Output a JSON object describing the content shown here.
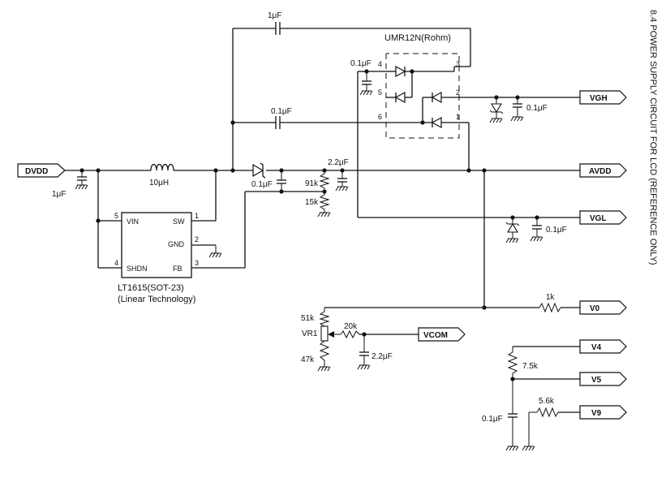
{
  "title": "8.4 POWER SUPPLY CIRCUIT FOR LCD (REFERENCE ONLY)",
  "chips": {
    "lt1615": {
      "name": "LT1615(SOT-23)",
      "maker": "(Linear Technology)",
      "pins": {
        "vin": "VIN",
        "vin_num": "5",
        "shdn": "SHDN",
        "shdn_num": "4",
        "sw": "SW",
        "sw_num": "1",
        "gnd": "GND",
        "gnd_num": "2",
        "fb": "FB",
        "fb_num": "3"
      }
    },
    "umr12n": {
      "name": "UMR12N(Rohm)",
      "pins": [
        "1",
        "2",
        "3",
        "4",
        "5",
        "6"
      ]
    }
  },
  "ports": {
    "dvdd": "DVDD",
    "vgh": "VGH",
    "avdd": "AVDD",
    "vgl": "VGL",
    "v0": "V0",
    "vcom": "VCOM",
    "v4": "V4",
    "v5": "V5",
    "v9": "V9"
  },
  "components": {
    "c_top": "1μF",
    "c_dvdd": "1μF",
    "l1": "10μH",
    "c_schottky": "0.1μF",
    "c_mid": "0.1μF",
    "c_umr": "0.1μF",
    "c_avdd": "2.2μF",
    "r_91k": "91k",
    "r_15k": "15k",
    "c_vgh": "0.1μF",
    "c_vgl": "0.1μF",
    "r_1k": "1k",
    "r_51k": "51k",
    "vr1": "VR1",
    "r_47k": "47k",
    "r_20k": "20k",
    "c_vcom": "2.2μF",
    "r_7_5k": "7.5k",
    "r_5_6k": "5.6k",
    "c_v9": "0.1μF"
  }
}
